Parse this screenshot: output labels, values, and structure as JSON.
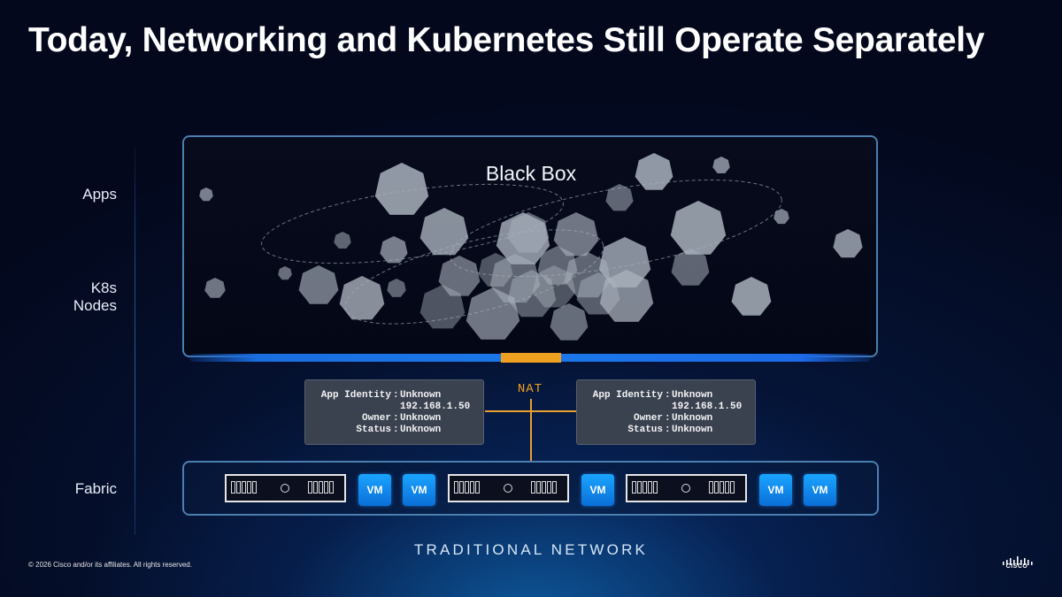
{
  "title": "Today, Networking and Kubernetes Still Operate Separately",
  "layers": {
    "apps": "Apps",
    "k8s_nodes": "K8s Nodes",
    "fabric": "Fabric"
  },
  "black_box": {
    "title": "Black Box"
  },
  "nat": {
    "label": "NAT",
    "color": "#f0a020"
  },
  "info_boxes": [
    {
      "app_identity_key": "App Identity",
      "app_identity_value": "Unknown",
      "ip": "192.168.1.50",
      "owner_key": "Owner",
      "owner_value": "Unknown",
      "status_key": "Status",
      "status_value": "Unknown"
    },
    {
      "app_identity_key": "App Identity",
      "app_identity_value": "Unknown",
      "ip": "192.168.1.50",
      "owner_key": "Owner",
      "owner_value": "Unknown",
      "status_key": "Status",
      "status_value": "Unknown"
    }
  ],
  "fabric_items": [
    {
      "type": "switch"
    },
    {
      "type": "vm",
      "label": "VM"
    },
    {
      "type": "vm",
      "label": "VM"
    },
    {
      "type": "switch"
    },
    {
      "type": "vm",
      "label": "VM"
    },
    {
      "type": "switch"
    },
    {
      "type": "vm",
      "label": "VM"
    },
    {
      "type": "vm",
      "label": "VM"
    }
  ],
  "network_label": "TRADITIONAL NETWORK",
  "copyright": "© 2026 Cisco and/or its affiliates. All rights reserved.",
  "logo": {
    "icon": "cisco-logo",
    "text": "CISCO"
  },
  "colors": {
    "accent_blue": "#1b78ea",
    "nat_orange": "#f0a020",
    "frame_blue": "#4a7fb0"
  }
}
